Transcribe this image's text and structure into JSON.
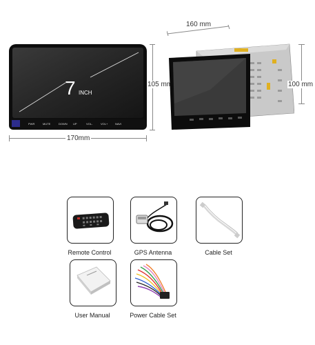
{
  "front_unit": {
    "screen_size": "7",
    "screen_unit": "INCH",
    "button_labels": [
      "PWR",
      "MUTE",
      "DOWN",
      "UP",
      "VOL-",
      "VOL+",
      "NAVI"
    ],
    "width_label": "170mm",
    "height_label": "105 mm"
  },
  "side_unit": {
    "depth_label": "160 mm",
    "height_label": "100 mm"
  },
  "accessories": [
    {
      "label": "Remote Control",
      "icon": "remote-control"
    },
    {
      "label": "GPS Antenna",
      "icon": "gps-antenna"
    },
    {
      "label": "Cable Set",
      "icon": "cable"
    },
    {
      "label": "User Manual",
      "icon": "manual"
    },
    {
      "label": "Power Cable Set",
      "icon": "wiring-harness"
    }
  ]
}
